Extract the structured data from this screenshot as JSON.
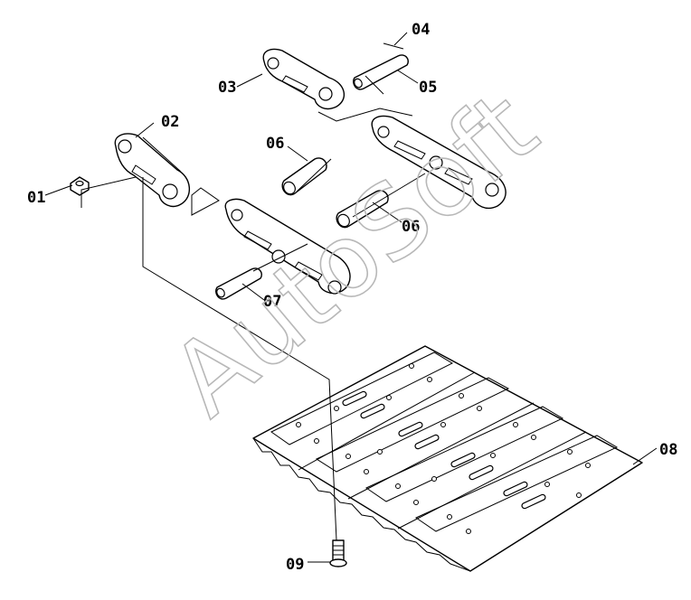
{
  "watermark": {
    "text": "AutoSoft"
  },
  "callouts": [
    {
      "id": "c01",
      "label": "01"
    },
    {
      "id": "c02",
      "label": "02"
    },
    {
      "id": "c03",
      "label": "03"
    },
    {
      "id": "c04",
      "label": "04"
    },
    {
      "id": "c05",
      "label": "05"
    },
    {
      "id": "c06a",
      "label": "06"
    },
    {
      "id": "c06b",
      "label": "06"
    },
    {
      "id": "c07",
      "label": "07"
    },
    {
      "id": "c08",
      "label": "08"
    },
    {
      "id": "c09",
      "label": "09"
    }
  ]
}
